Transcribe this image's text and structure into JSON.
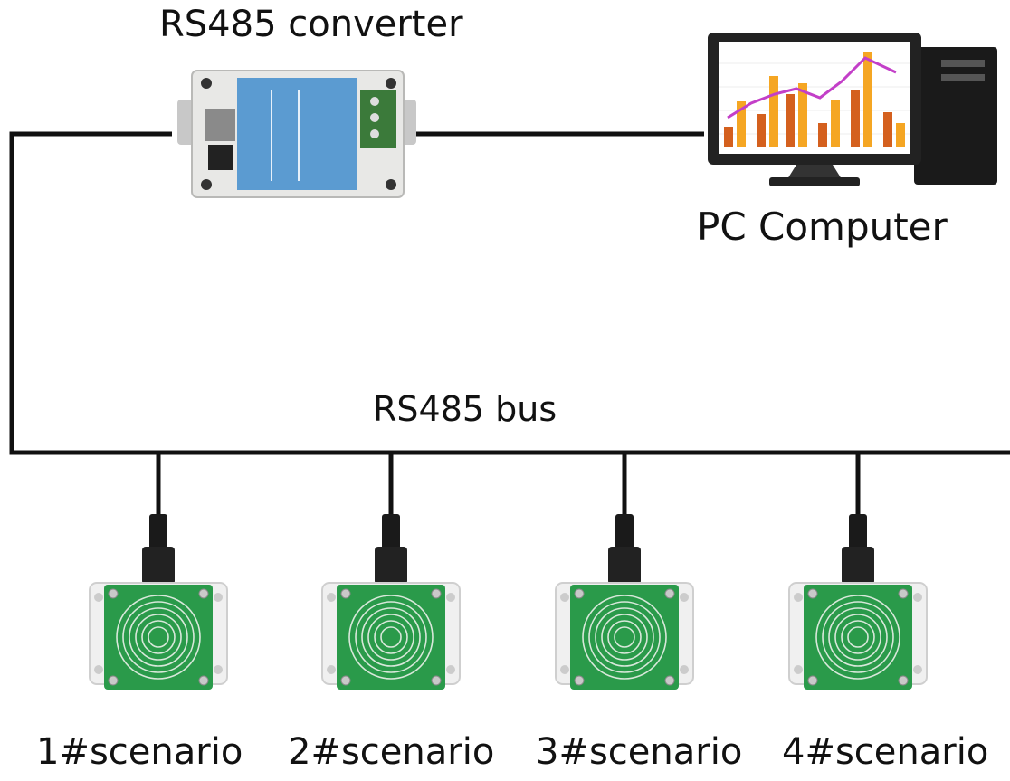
{
  "converter": {
    "label": "RS485 converter",
    "body_color": "#5b9bd1"
  },
  "computer": {
    "label": "PC Computer",
    "screen_color": "#ffffff",
    "bar_color": "#f5a623",
    "bar_color_dark": "#d4601e",
    "line_color": "#c33fc8"
  },
  "bus": {
    "label": "RS485 bus",
    "wire_color": "#111111"
  },
  "sensors": [
    {
      "label": "1#scenario"
    },
    {
      "label": "2#scenario"
    },
    {
      "label": "3#scenario"
    },
    {
      "label": "4#scenario"
    }
  ],
  "sensor_style": {
    "pcb_color": "#2a9a4a",
    "coil_color": "#d8e8da",
    "housing_color": "#f0f0f0"
  }
}
